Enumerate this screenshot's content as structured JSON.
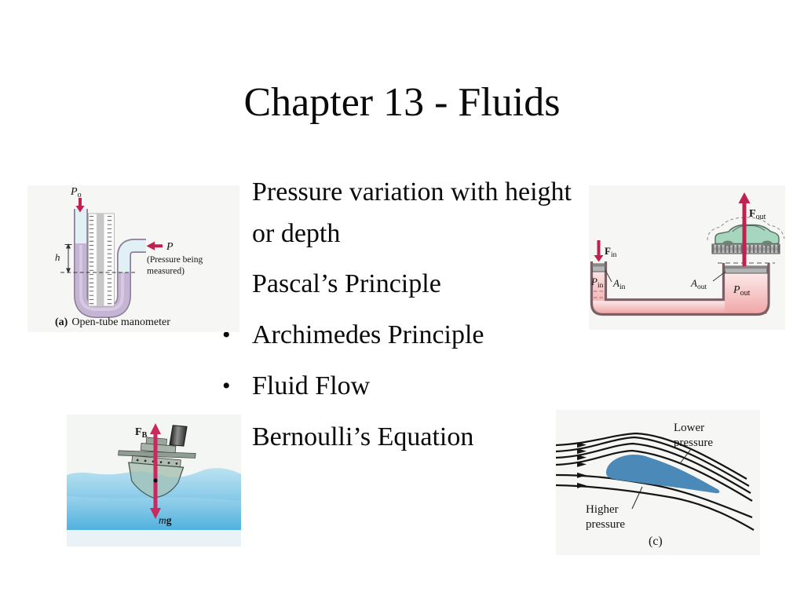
{
  "slide": {
    "title": "Chapter 13 - Fluids"
  },
  "list": {
    "bullet_glyph": "•",
    "items": [
      "Pressure variation with height or depth",
      "Pascal’s Principle",
      "Archimedes Principle",
      "Fluid Flow",
      "Bernoulli’s Equation"
    ]
  },
  "figures": {
    "manometer": {
      "po_main": "P",
      "po_sub": "o",
      "h_label": "h",
      "p_label": "P",
      "note_line1": "(Pressure being",
      "note_line2": "measured)",
      "caption_tag": "(a)",
      "caption_text": "Open-tube manometer"
    },
    "hydraulic_lift": {
      "f_in_main": "F",
      "f_in_sub": "in",
      "p_in_main": "P",
      "p_in_sub": "in",
      "a_in_main": "A",
      "a_in_sub": "in",
      "f_out_main": "F",
      "f_out_sub": "out",
      "a_out_main": "A",
      "a_out_sub": "out",
      "p_out_main": "P",
      "p_out_sub": "out"
    },
    "boat": {
      "buoyancy_main": "F",
      "buoyancy_sub": "B",
      "weight_m": "m",
      "weight_g": "g"
    },
    "airfoil": {
      "lower_label_line1": "Lower",
      "lower_label_line2": "pressure",
      "higher_label_line1": "Higher",
      "higher_label_line2": "pressure",
      "caption": "(c)"
    }
  },
  "colors": {
    "text": "#0a0a0a",
    "arrow_red": "#bf2150",
    "boat_arrow": "#c8295f",
    "manometer_liquid": "#c6b4d4",
    "tube_empty": "#e1f0f5",
    "hydraulic_fluid_light": "#fce9e9",
    "hydraulic_fluid": "#f0a6a6",
    "car_green": "#a7d6bf",
    "airfoil_blue": "#4a89b8",
    "water_top": "#d6eef7",
    "water_bottom": "#51b1de"
  }
}
